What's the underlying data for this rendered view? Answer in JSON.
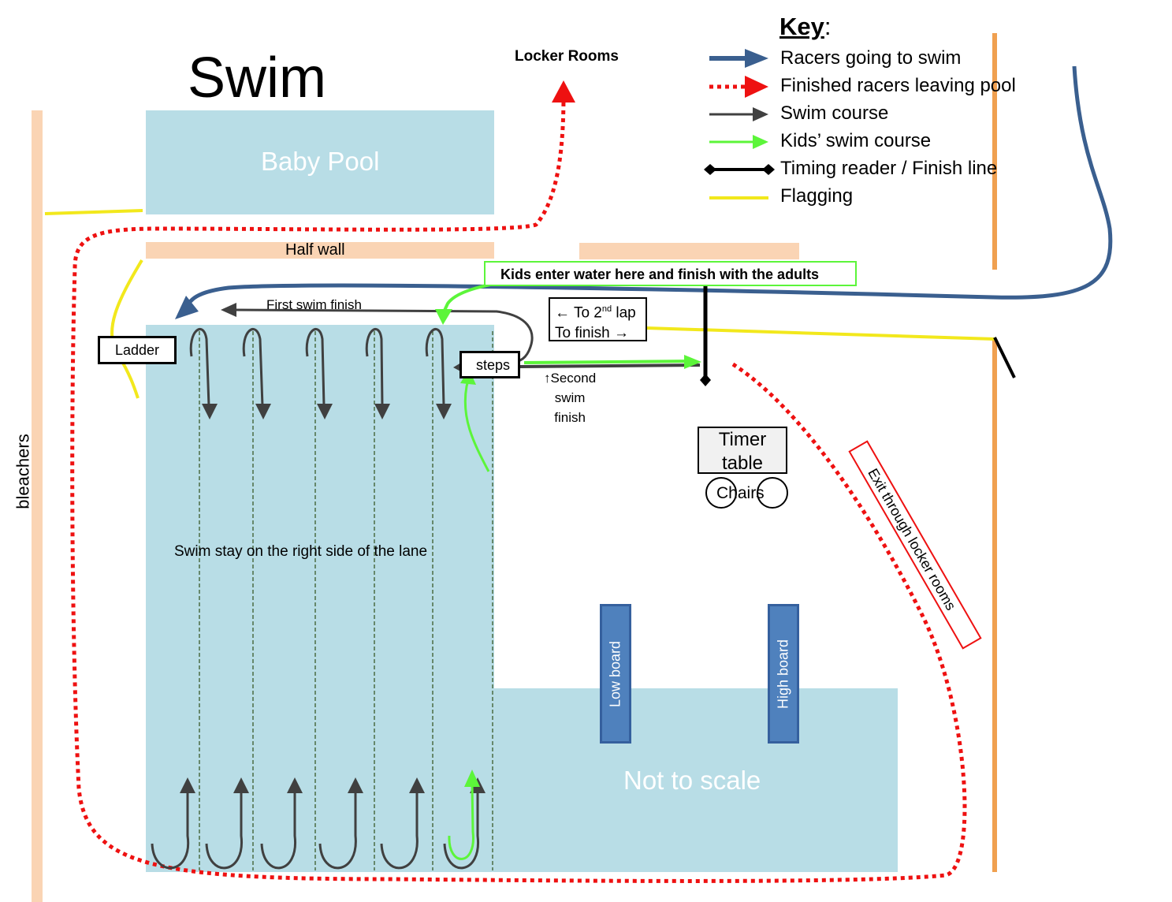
{
  "title": "Swim",
  "locker_rooms": "Locker Rooms",
  "baby_pool": "Baby Pool",
  "half_wall": "Half wall",
  "kids_enter": "Kids enter water here and finish with the adults",
  "to_lap": {
    "arrow_left": "←",
    "text": "To 2",
    "sup": "nd",
    "text2": " lap",
    "finish": "To finish",
    "arrow_right": "→"
  },
  "first_finish": "First swim finish",
  "ladder": "Ladder",
  "steps": "steps",
  "second_finish": [
    "↑Second",
    "swim",
    "finish"
  ],
  "timer_table": [
    "Timer",
    "table"
  ],
  "chairs": "Chairs",
  "exit_locker": "Exit through locker rooms",
  "lane_note": "Swim stay on the right side of the lane",
  "bleachers": "bleachers",
  "low_board": "Low board",
  "high_board": "High board",
  "not_to_scale": "Not to scale",
  "key": {
    "heading": "Key",
    "colon": ":",
    "items": [
      {
        "label": "Racers going to swim",
        "color": "#3a5f8f"
      },
      {
        "label": "Finished racers leaving pool",
        "color": "#ee1111"
      },
      {
        "label": "Swim course",
        "color": "#404040"
      },
      {
        "label": "Kids’ swim course",
        "color": "#5cf53a"
      },
      {
        "label": "Timing reader / Finish line",
        "color": "#000000"
      },
      {
        "label": "Flagging",
        "color": "#f2e81c"
      }
    ]
  },
  "colors": {
    "pool": "#b8dde6",
    "wall": "#fad4b4",
    "post": "#f0a050",
    "board": "#4f81bd"
  }
}
